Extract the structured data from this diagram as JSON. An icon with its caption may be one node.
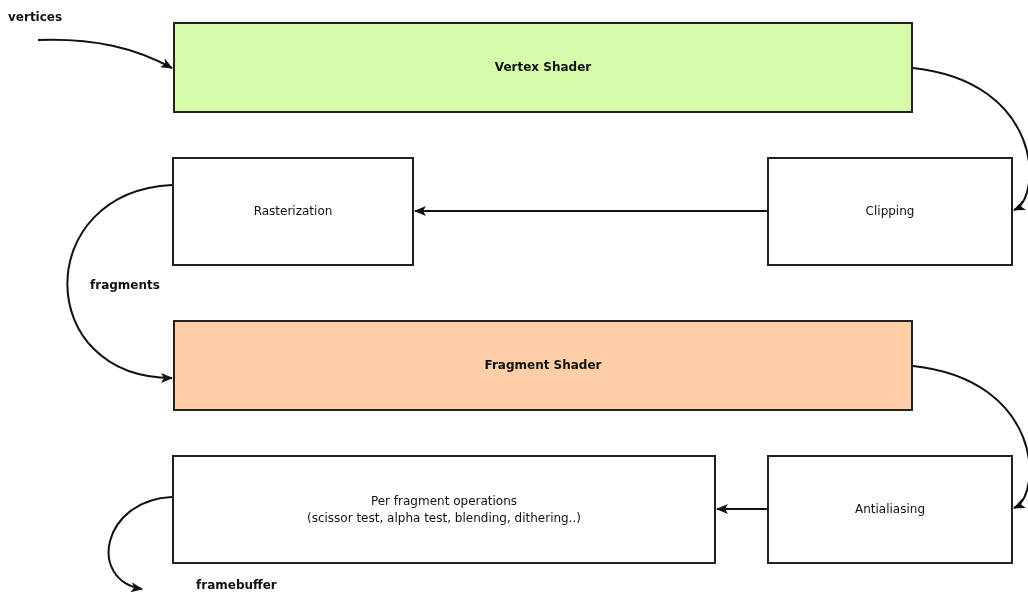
{
  "diagram": {
    "nodes": [
      {
        "text": [
          "Vertex Shader"
        ]
      },
      {
        "text": [
          "Rasterization"
        ]
      },
      {
        "text": [
          "Clipping"
        ]
      },
      {
        "text": [
          "Fragment Shader"
        ]
      },
      {
        "text": [
          "Per fragment operations",
          "(scissor test, alpha test, blending, dithering..)"
        ]
      },
      {
        "text": [
          "Antialiasing"
        ]
      }
    ],
    "edges": [
      {
        "from": null,
        "to": 0,
        "arrow": "to"
      },
      {
        "from": 0,
        "to": 2,
        "arrow": "to"
      },
      {
        "from": 2,
        "to": 1,
        "arrow": "to"
      },
      {
        "from": 1,
        "to": 3,
        "arrow": "to",
        "label": "fragments"
      },
      {
        "from": 3,
        "to": 5,
        "arrow": "to"
      },
      {
        "from": 5,
        "to": 4,
        "arrow": "to"
      },
      {
        "from": 4,
        "to": null,
        "arrow": "to"
      }
    ],
    "labels": [
      "vertices",
      "framebuffer"
    ]
  }
}
